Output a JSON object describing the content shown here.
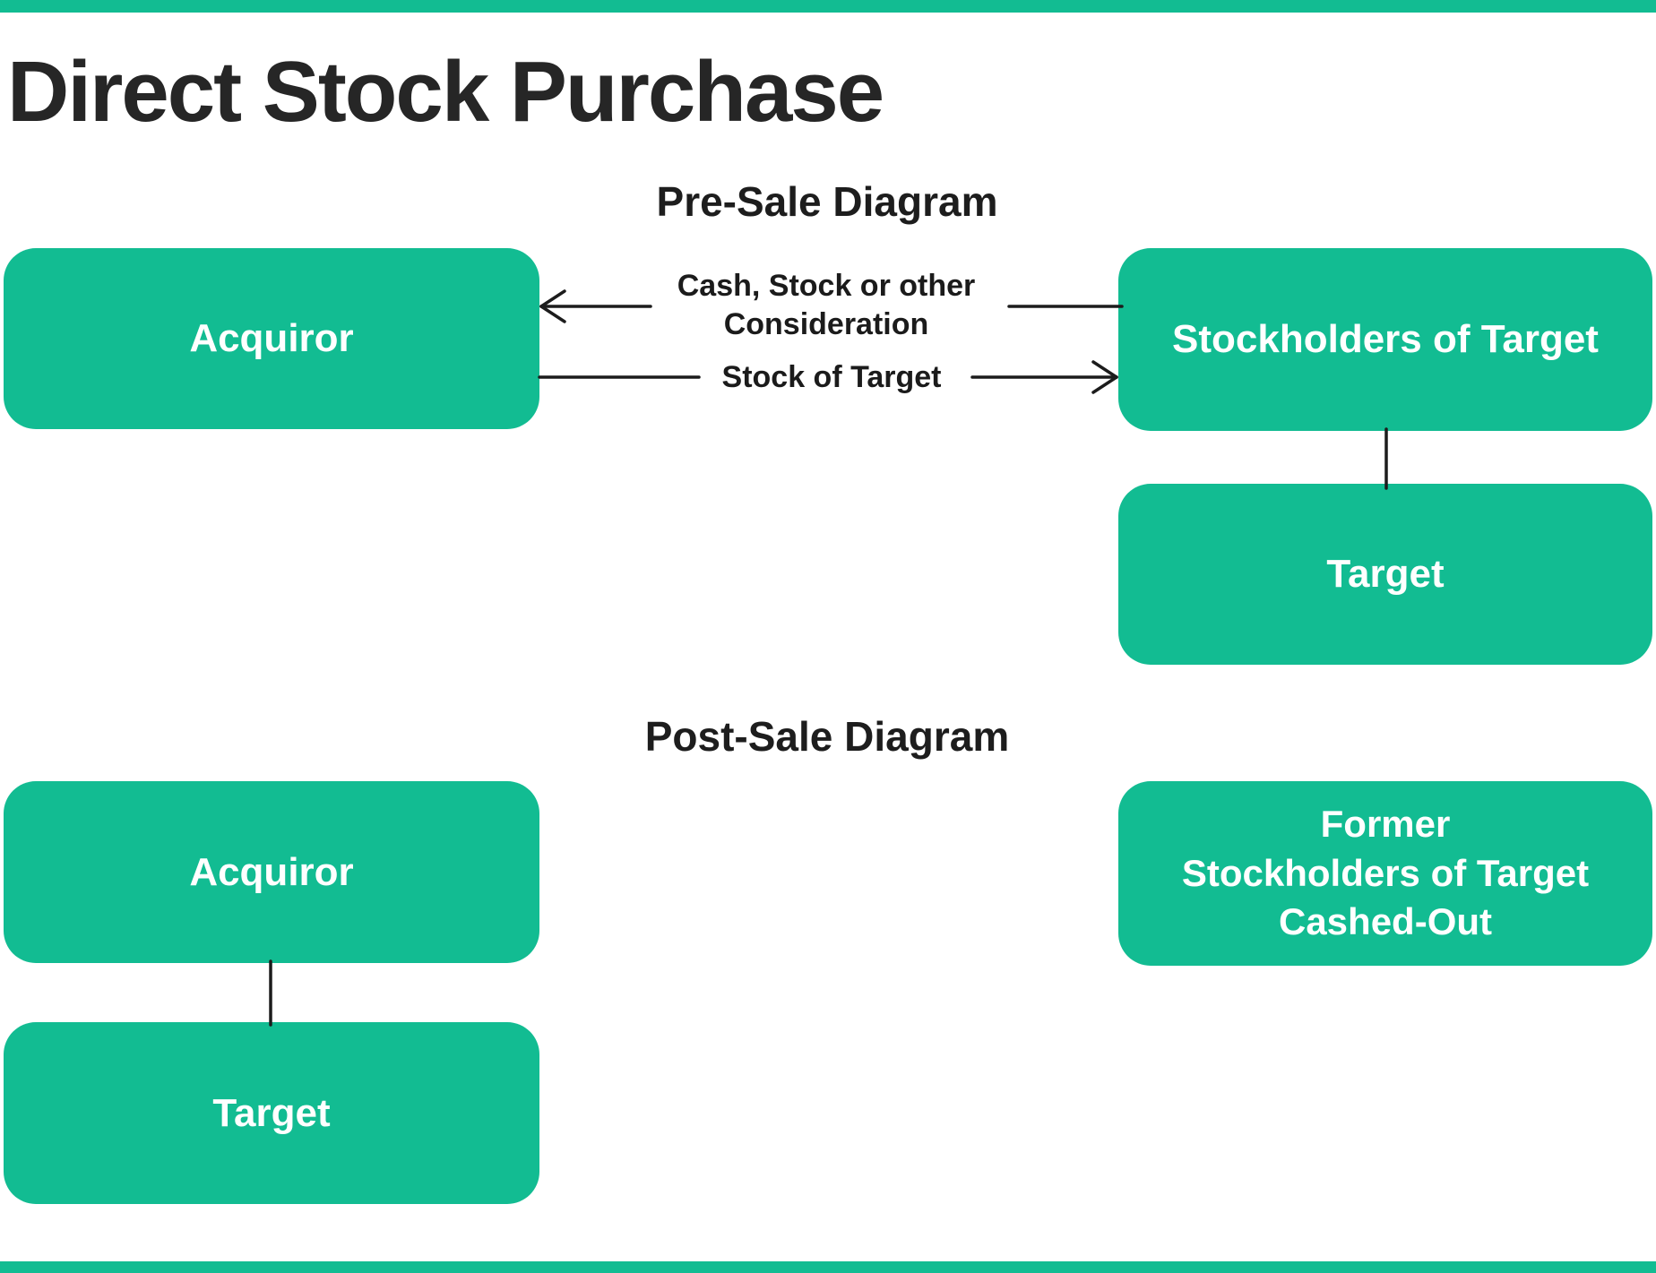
{
  "theme": {
    "green": "#12bc92",
    "ink": "#1c1c1c",
    "background": "#ffffff",
    "box_text": "#ffffff"
  },
  "page": {
    "title": "Direct Stock Purchase"
  },
  "pre_sale": {
    "heading": "Pre-Sale Diagram",
    "boxes": {
      "acquiror": "Acquiror",
      "stockholders": "Stockholders of Target",
      "target": "Target"
    },
    "labels": {
      "consideration_line1": "Cash, Stock or other",
      "consideration_line2": "Consideration",
      "stock_of_target": "Stock of Target"
    }
  },
  "post_sale": {
    "heading": "Post-Sale Diagram",
    "boxes": {
      "acquiror": "Acquiror",
      "target": "Target",
      "former_stockholders_line1": "Former",
      "former_stockholders_line2": "Stockholders of Target",
      "former_stockholders_line3": "Cashed-Out"
    }
  }
}
